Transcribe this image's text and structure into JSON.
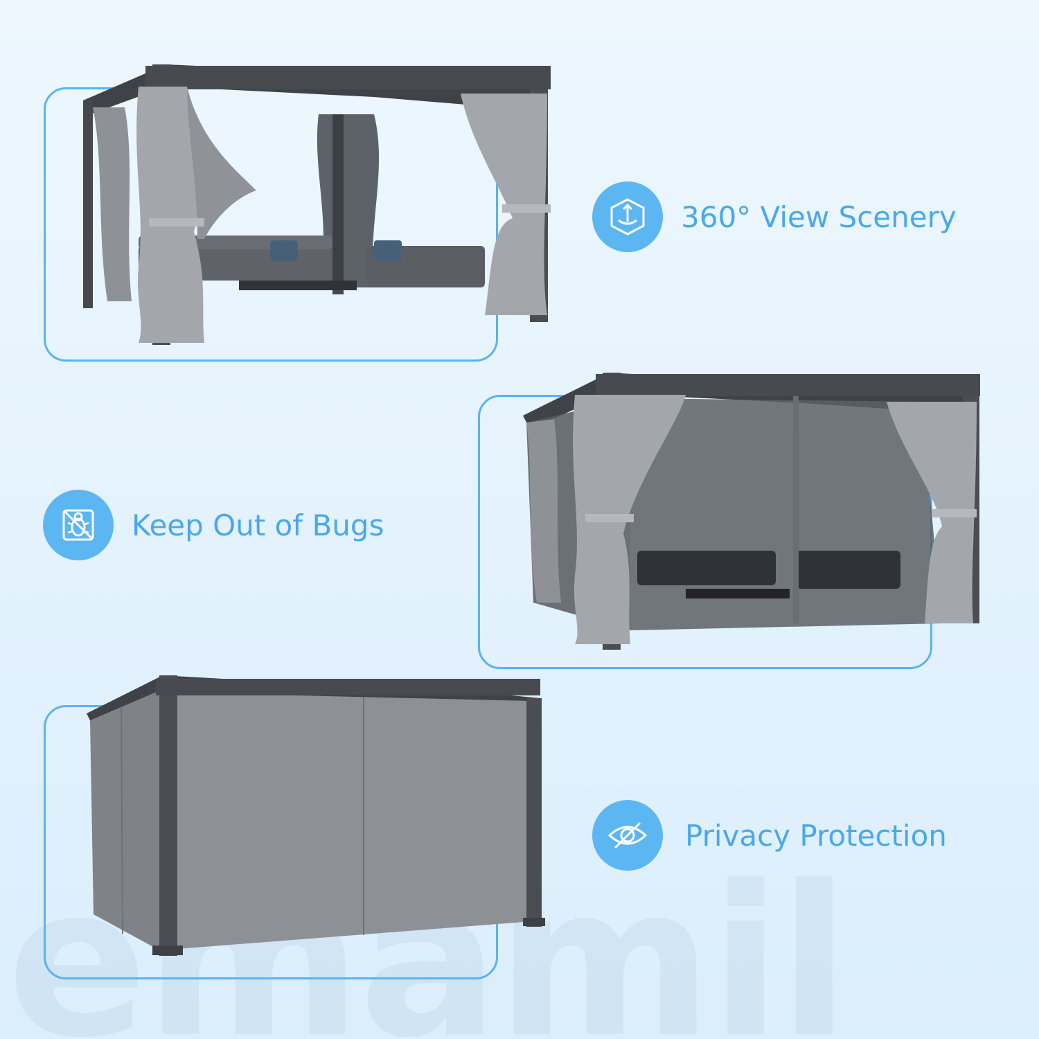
{
  "features": [
    {
      "label": "360° View Scenery",
      "icon": "cube-360-icon"
    },
    {
      "label": "Keep Out of Bugs",
      "icon": "no-bug-icon"
    },
    {
      "label": "Privacy Protection",
      "icon": "eye-slash-icon"
    }
  ],
  "watermark": "emamil",
  "colors": {
    "accent": "#5cb6f2",
    "frame_border": "#5bb3ee",
    "label_text": "#4aa8ea",
    "background": "#e6f3fd",
    "pergola_frame": "#4a4d52",
    "curtain": "#9a9ea3",
    "privacy_wall": "#8d9094"
  }
}
